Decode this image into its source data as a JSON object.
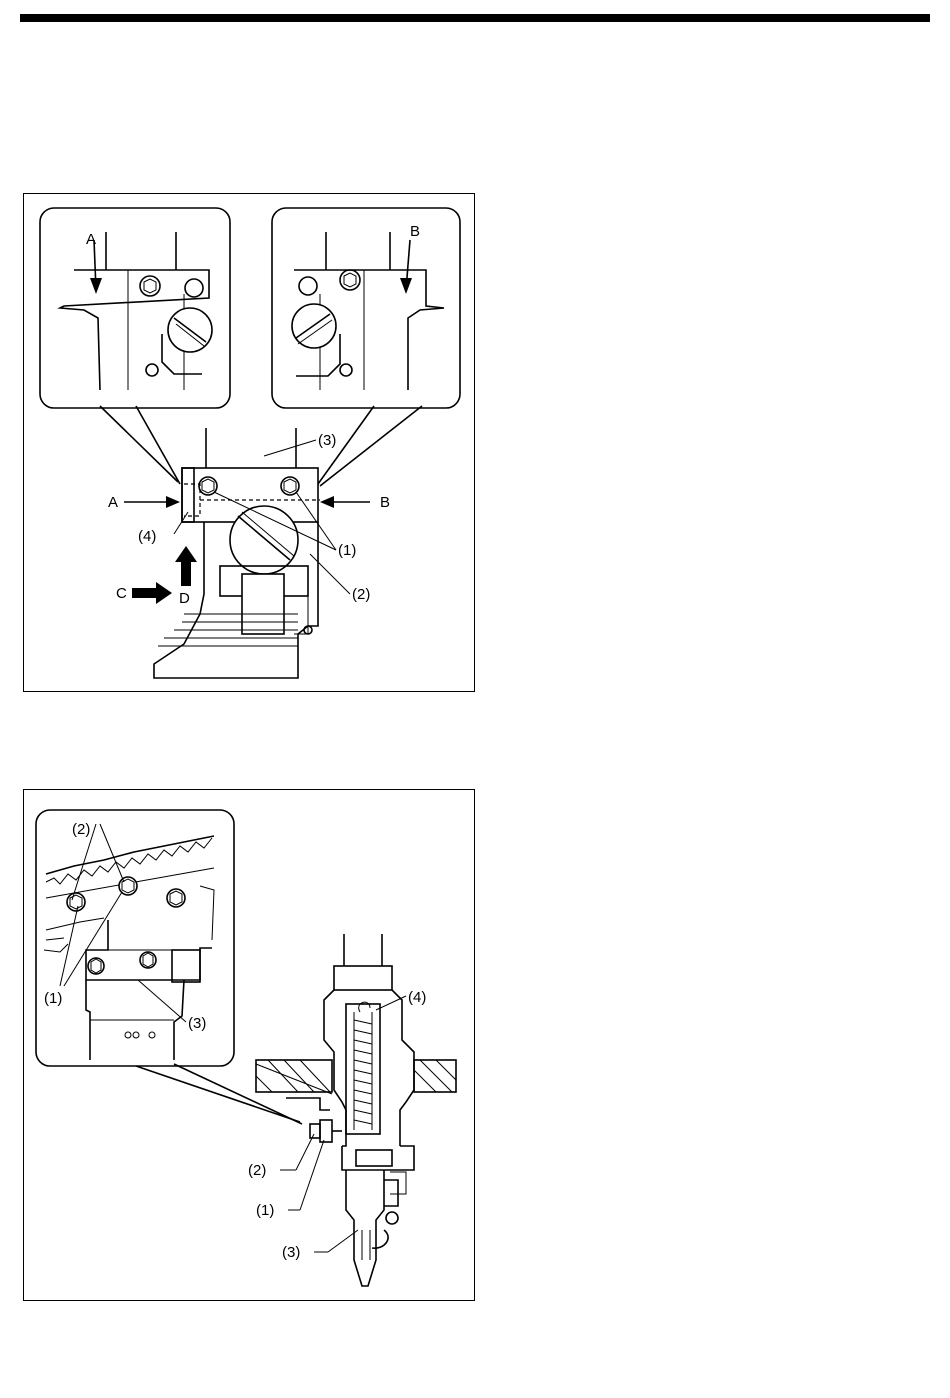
{
  "figure1": {
    "callouts": {
      "A": "A",
      "B": "B",
      "C": "C",
      "D": "D",
      "n1": "(1)",
      "n2": "(2)",
      "n3": "(3)",
      "n4": "(4)"
    }
  },
  "figure2": {
    "callouts": {
      "inset_n1": "(1)",
      "inset_n2": "(2)",
      "inset_n3": "(3)",
      "main_n1": "(1)",
      "main_n2": "(2)",
      "main_n3": "(3)",
      "main_n4": "(4)"
    }
  }
}
